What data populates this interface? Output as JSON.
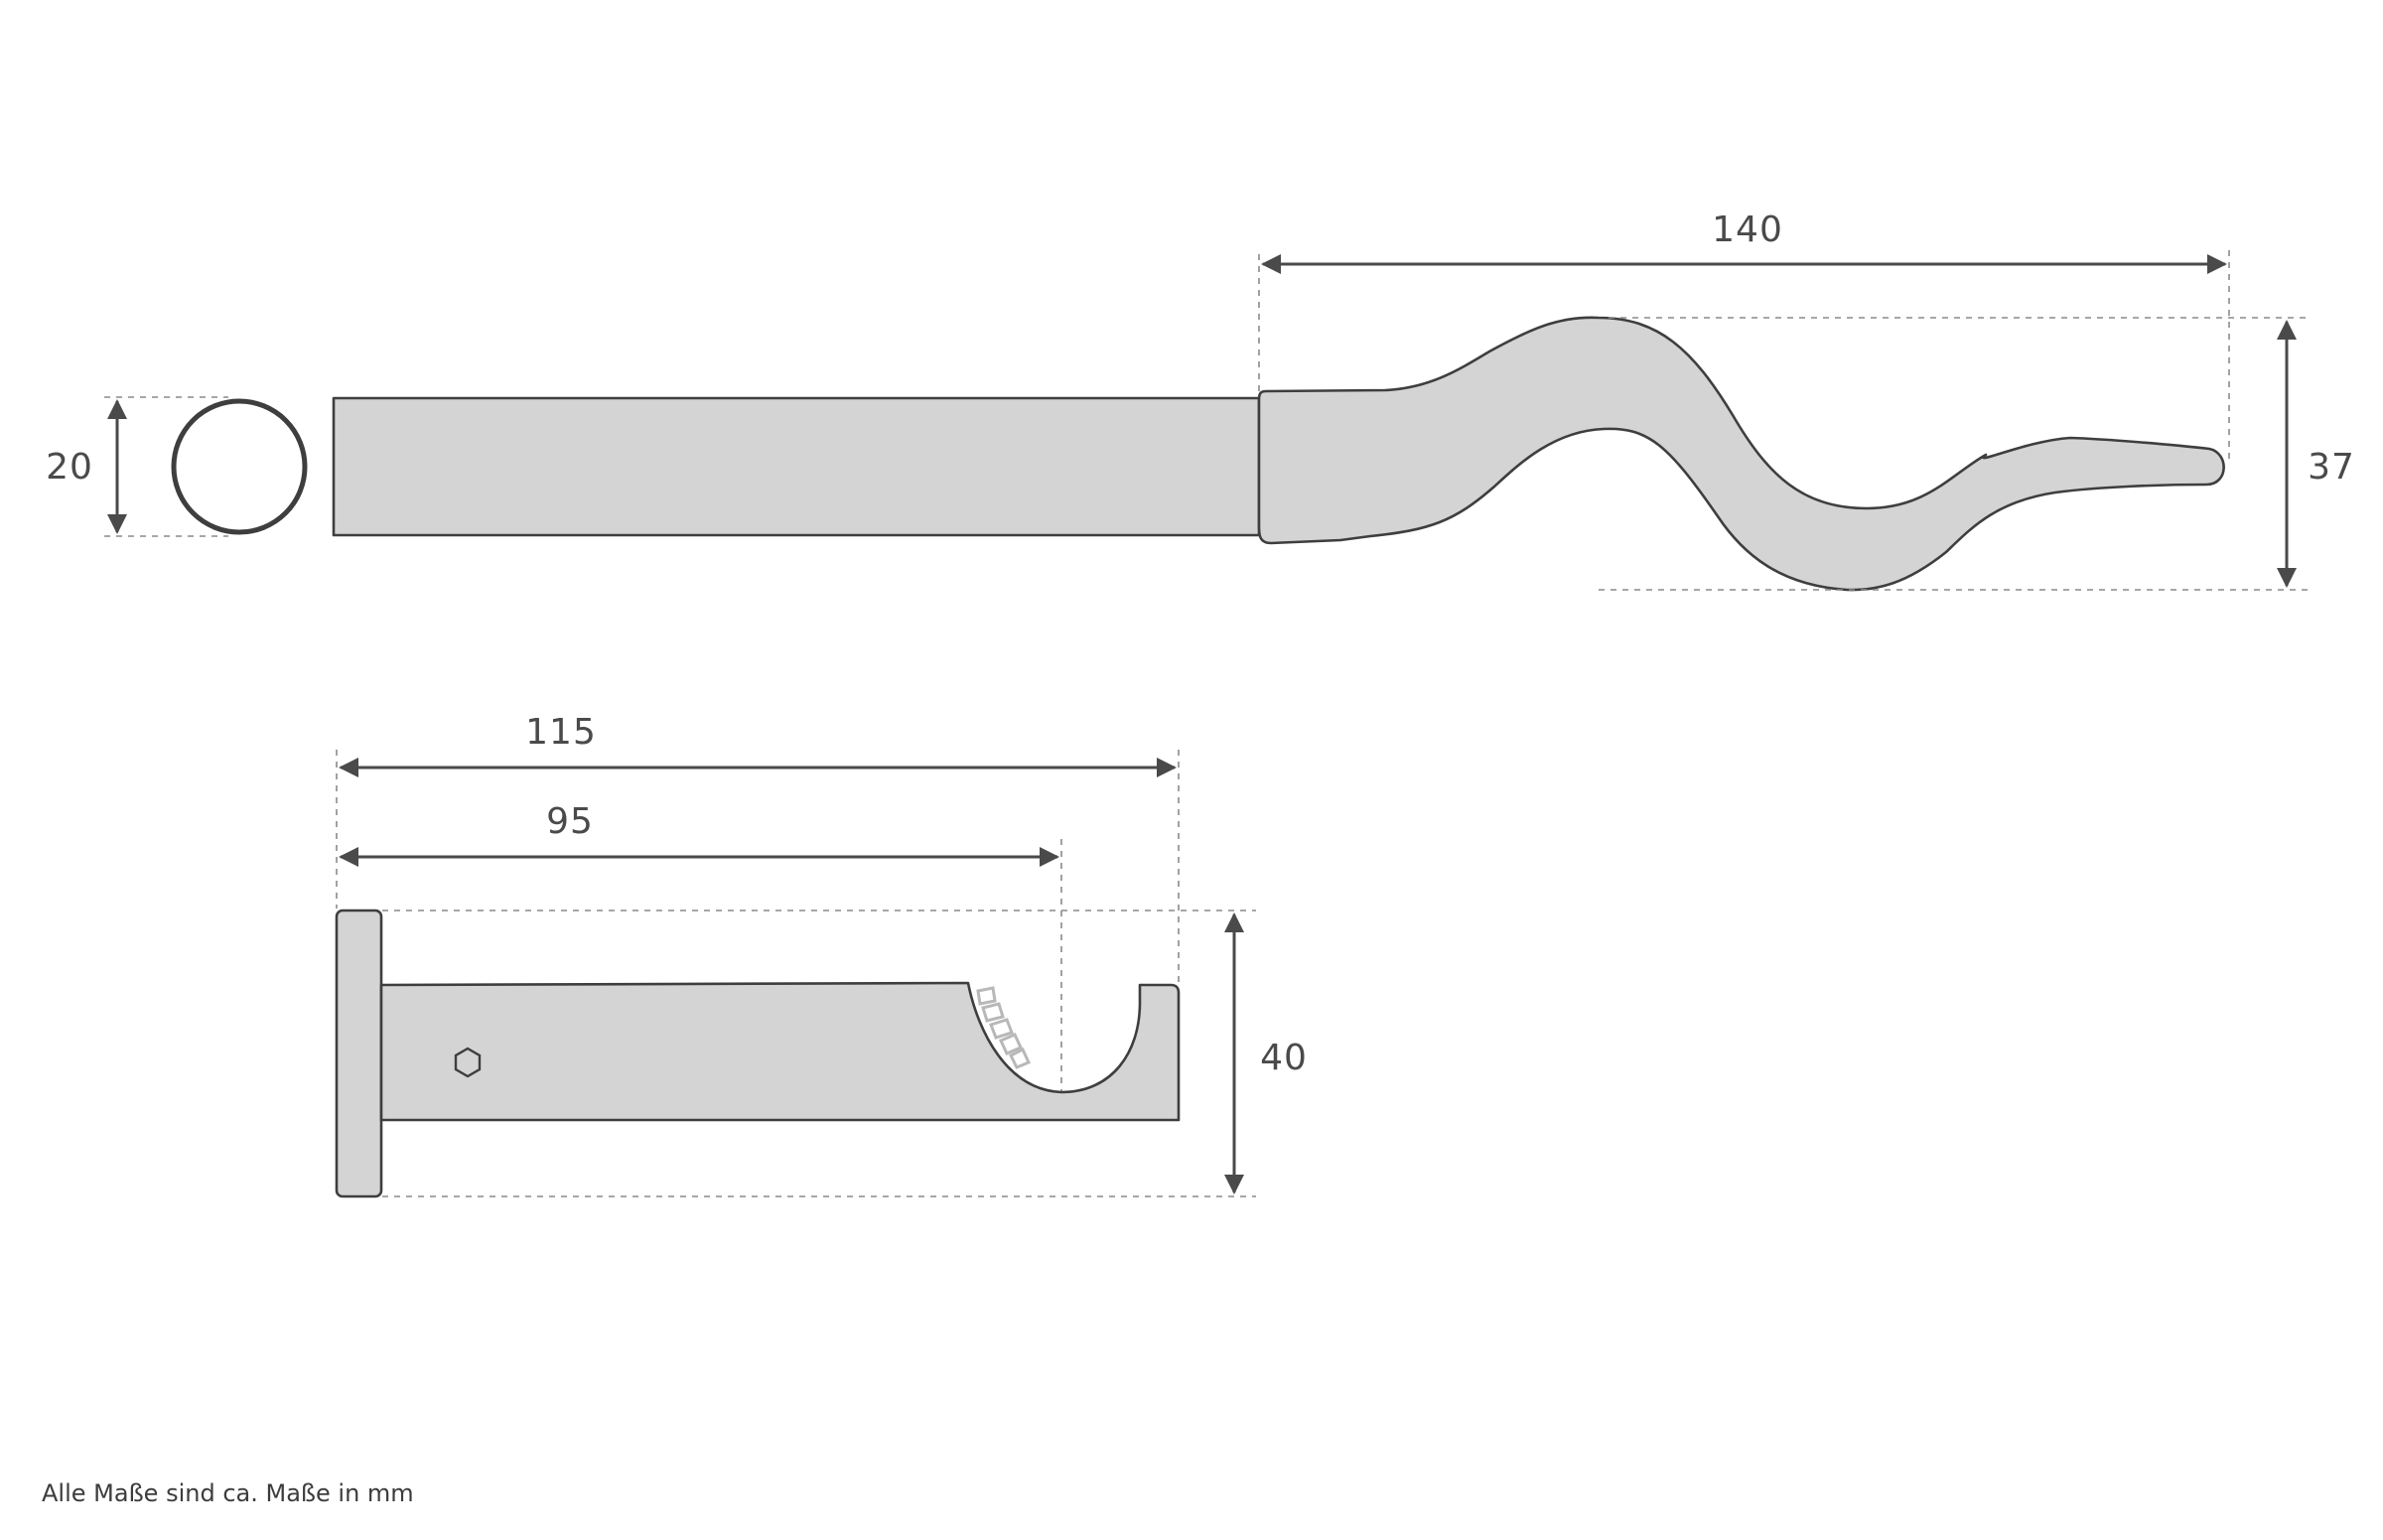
{
  "dimensions": {
    "rod_diameter": "20",
    "finial_length": "140",
    "finial_height": "37",
    "bracket_length": "115",
    "bracket_seat": "95",
    "bracket_height": "40"
  },
  "footer": {
    "note": "Alle Maße sind ca. Maße in mm"
  },
  "colors": {
    "part_fill": "#d4d4d4",
    "outline": "#3e3e3e",
    "dimension": "#4a4a4a",
    "dashed_guide": "#8a8a8a"
  }
}
